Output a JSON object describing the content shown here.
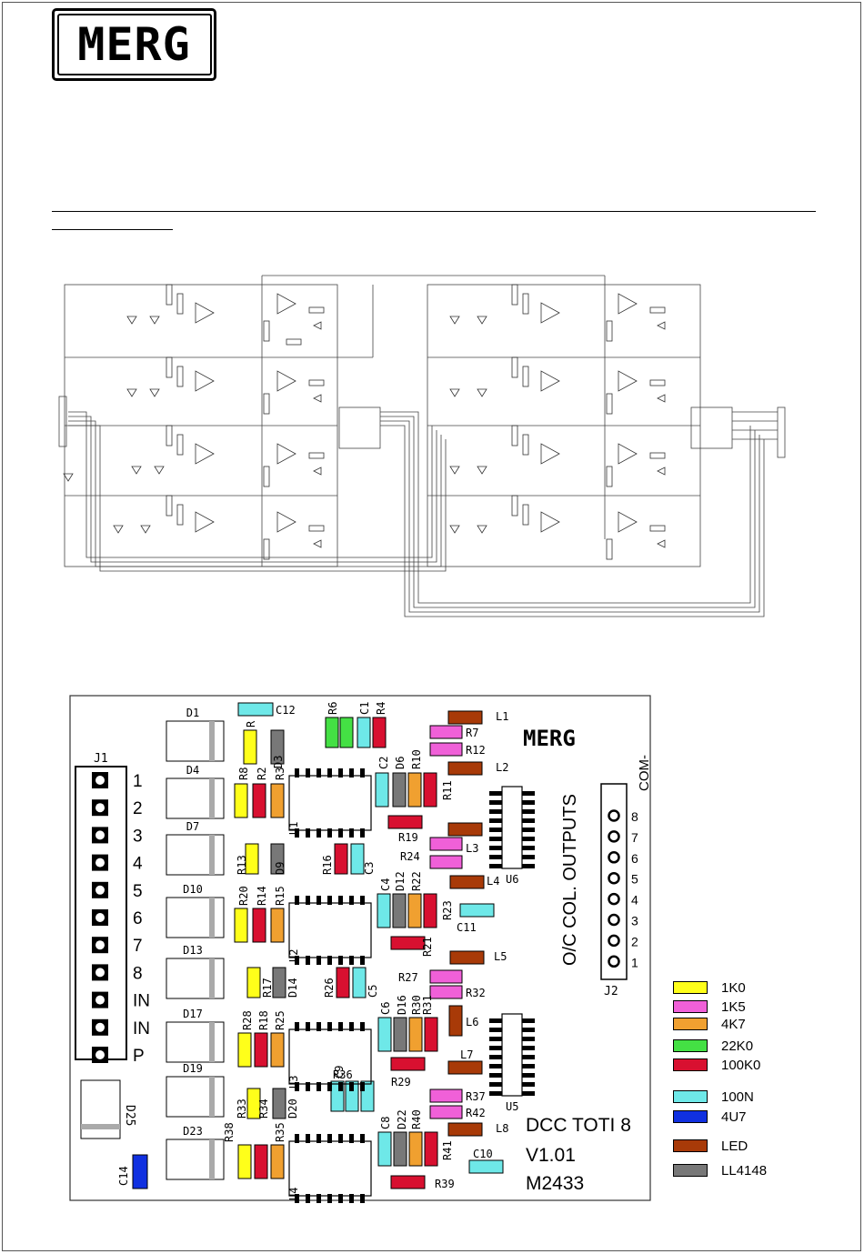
{
  "logo_text": "MERG",
  "pcb": {
    "logo_text": "MERG",
    "title": "DCC TOTI 8",
    "version": "V1.01",
    "code": "M2433",
    "outputs_label": "O/C COL. OUTPUTS",
    "com_label": "COM-",
    "j1_label": "J1",
    "j2_label": "J2",
    "j1_pins": [
      "1",
      "2",
      "3",
      "4",
      "5",
      "6",
      "7",
      "8",
      "IN",
      "IN",
      "P"
    ],
    "j2_pins": [
      "8",
      "7",
      "6",
      "5",
      "4",
      "3",
      "2",
      "1"
    ]
  },
  "legend": [
    {
      "label": "1K0",
      "color": "#ffff1a"
    },
    {
      "label": "1K5",
      "color": "#f060d8"
    },
    {
      "label": "4K7",
      "color": "#f0a030"
    },
    {
      "label": "22K0",
      "color": "#44e044"
    },
    {
      "label": "100K0",
      "color": "#d81030"
    },
    {
      "label": "100N",
      "color": "#6ee8e8"
    },
    {
      "label": "4U7",
      "color": "#1030e0"
    },
    {
      "label": "LED",
      "color": "#a83a08"
    },
    {
      "label": "LL4148",
      "color": "#787878"
    }
  ],
  "colors": {
    "yellow": "#ffff1a",
    "pink": "#f060d8",
    "orange": "#f0a030",
    "green": "#44e044",
    "red": "#d81030",
    "cyan": "#6ee8e8",
    "blue": "#1030e0",
    "brown": "#a83a08",
    "grey": "#787878"
  }
}
